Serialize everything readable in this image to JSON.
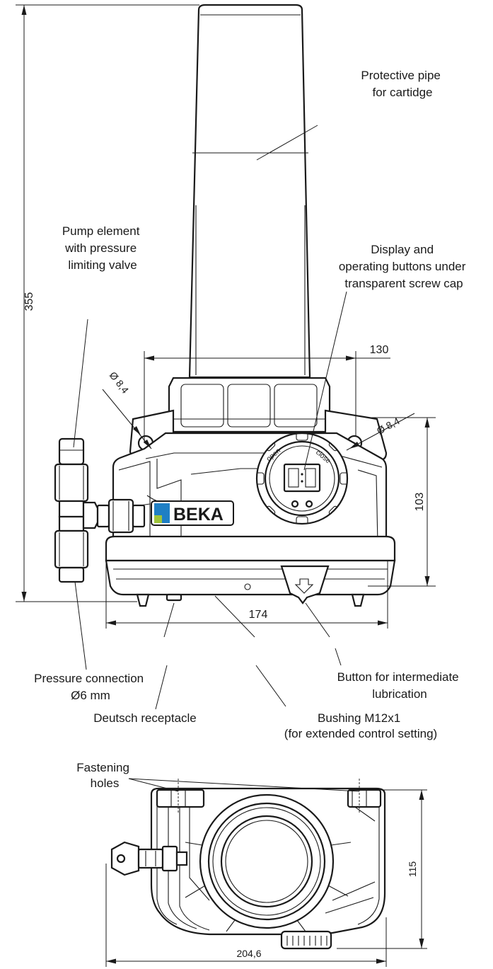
{
  "labels": {
    "protective_pipe": [
      "Protective pipe",
      "for cartidge"
    ],
    "pump_element": [
      "Pump element",
      "with pressure",
      "limiting valve"
    ],
    "display_buttons": [
      "Display and",
      "operating buttons under",
      "transparent screw cap"
    ],
    "pressure_connection": [
      "Pressure connection",
      "Ø6 mm"
    ],
    "deutsch_receptacle": "Deutsch receptacle",
    "button_intermediate": [
      "Button for intermediate",
      "lubrication"
    ],
    "bushing": [
      "Bushing M12x1",
      "(for extended control setting)"
    ],
    "fastening_holes": [
      "Fastening",
      "holes"
    ]
  },
  "dimensions": {
    "height_total": "355",
    "top_width": "130",
    "hole_left": "Ø 8,4",
    "hole_right": "Ø 8,4",
    "base_height": "103",
    "base_width": "174",
    "top_view_depth": "115",
    "top_view_width": "204,6"
  },
  "cap_text": {
    "open": "open",
    "close": "close"
  },
  "brand": {
    "name": "BEKA",
    "logo_blue": "#1f7fc4",
    "logo_green": "#9ec43b"
  }
}
